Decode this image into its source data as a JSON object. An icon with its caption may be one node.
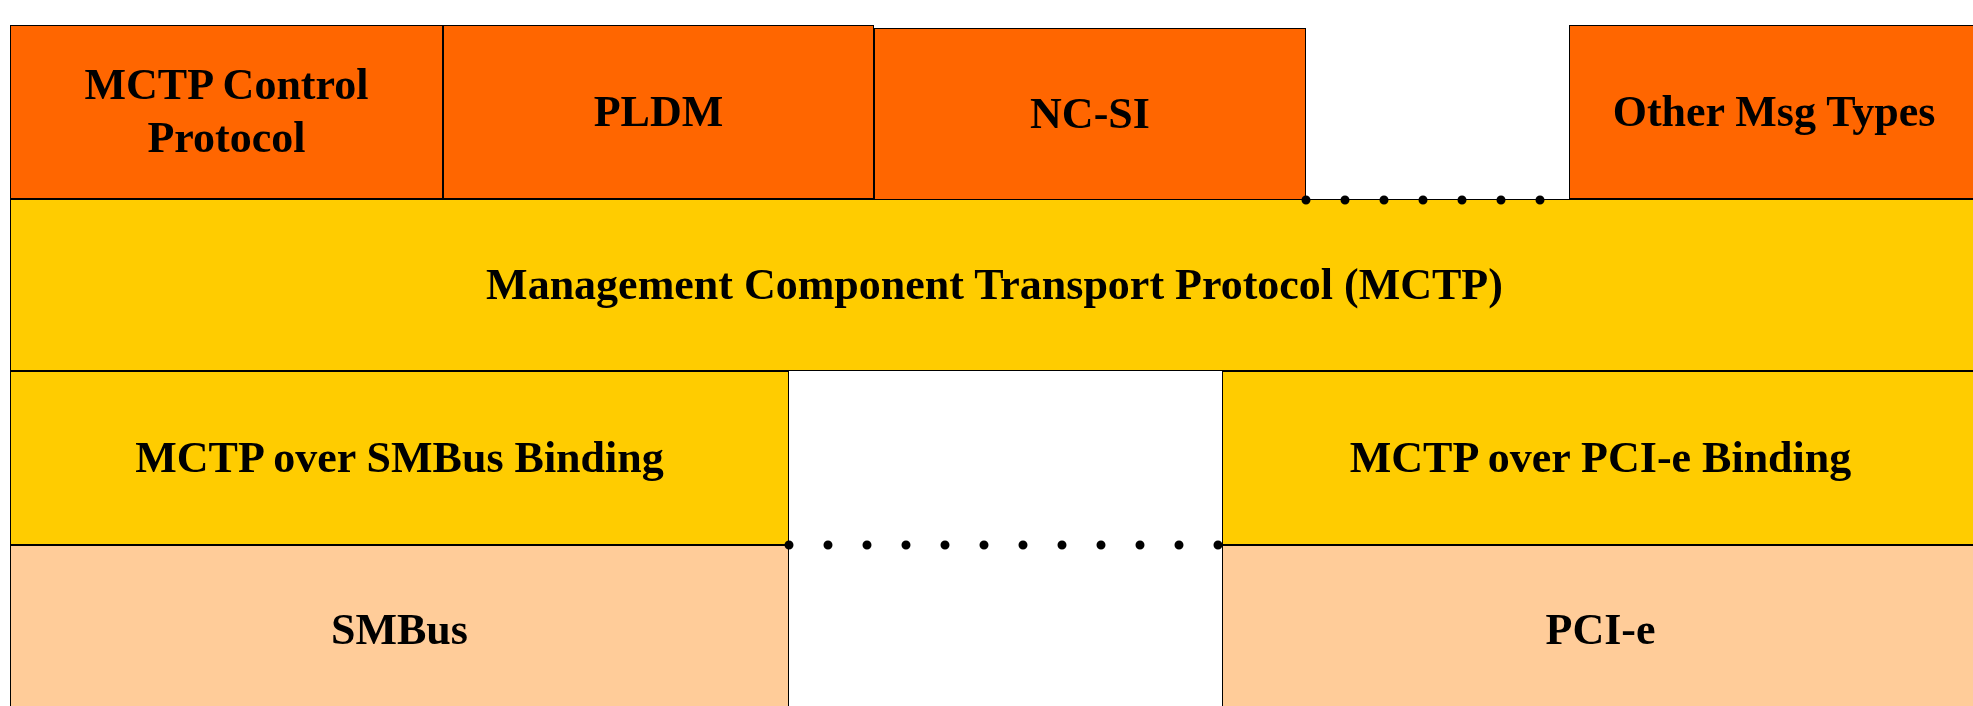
{
  "diagram": {
    "nodes": [
      {
        "text": [
          "MCTP Control Protocol"
        ]
      },
      {
        "text": [
          "PLDM"
        ]
      },
      {
        "text": [
          "NC-SI"
        ]
      },
      {
        "text": [
          "Other Msg Types"
        ]
      },
      {
        "text": [
          "Management Component Transport Protocol (MCTP)"
        ]
      },
      {
        "text": [
          "MCTP over SMBus Binding"
        ]
      },
      {
        "text": [
          "MCTP over PCI-e Binding"
        ]
      },
      {
        "text": [
          "SMBus"
        ]
      },
      {
        "text": [
          "PCI-e"
        ]
      }
    ],
    "edges": [
      {
        "from": 2,
        "to": 3,
        "arrow": "none",
        "style": "dashed"
      },
      {
        "from": 5,
        "to": 6,
        "arrow": "none",
        "style": "dashed"
      }
    ]
  }
}
